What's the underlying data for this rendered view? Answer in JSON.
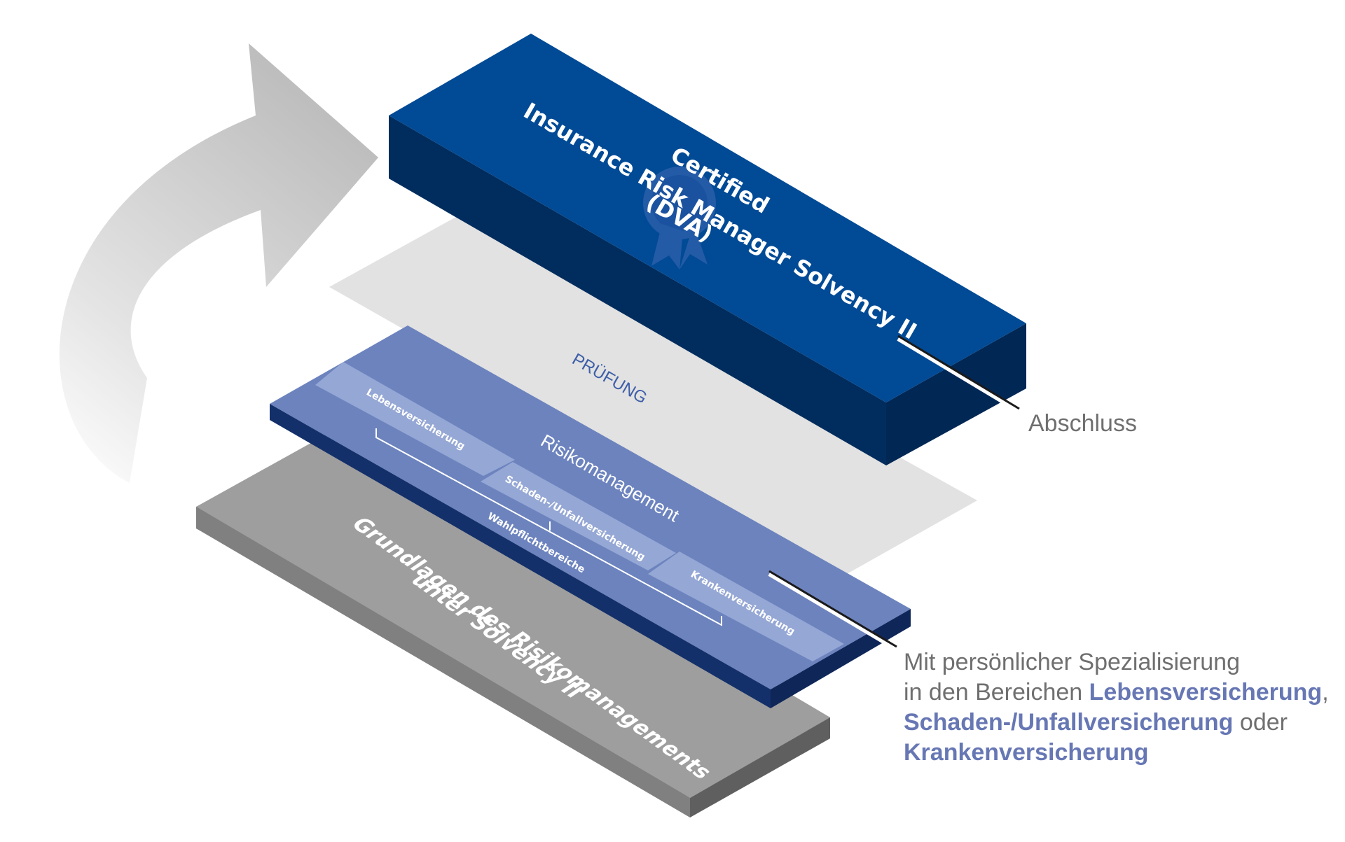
{
  "top_block": {
    "line1": "Certified",
    "line2": "Insurance Risk Manager Solvency II",
    "line3": "(DVA)"
  },
  "exam_label": "PRÜFUNG",
  "middle_block": {
    "title": "Risikomanagement",
    "electives": [
      "Lebensversicherung",
      "Schaden-/Unfallversicherung",
      "Krankenversicherung"
    ],
    "electives_label": "Wahlpflichtbereiche"
  },
  "base_block": {
    "line1": "Grundlagen des Risikomanagements",
    "line2": "unter Solvency II"
  },
  "callout_top": "Abschluss",
  "callout_bottom": {
    "line1": "Mit persönlicher Spezialisierung",
    "line2_prefix": "in den Bereichen ",
    "highlight1": "Lebensversicherung",
    "sep1": ",",
    "highlight2": "Schaden-/Unfallversicherung",
    "sep2": " oder",
    "highlight3": "Krankenversicherung"
  },
  "colors": {
    "top_block_top": "#014a95",
    "top_block_side": "#012d5e",
    "middle_block_top": "#6c83be",
    "middle_block_side": "#12306a",
    "base_block_top": "#9e9e9e",
    "base_block_side": "#757575",
    "exam_plane": "#e1e1e1",
    "highlight": "#6777b4",
    "arrow": "#c3c3c3"
  },
  "icons": [
    "curved-arrow-icon",
    "rosette-seal-icon"
  ]
}
